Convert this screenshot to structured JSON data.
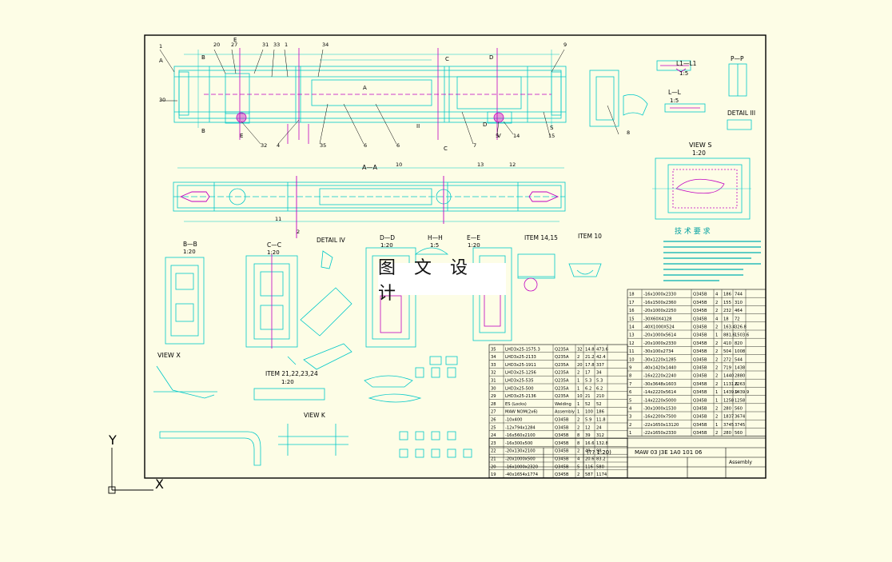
{
  "watermark": "图 文 设 计",
  "ucs": {
    "y_label": "Y",
    "x_label": "X"
  },
  "callouts": [
    "1",
    "20",
    "27",
    "31",
    "33",
    "1",
    "34",
    "9",
    "30",
    "32",
    "4",
    "35",
    "6",
    "6",
    "7",
    "5",
    "14",
    "15",
    "8",
    "10",
    "13",
    "12",
    "11",
    "2"
  ],
  "labels": {
    "sec_a": "A",
    "sec_a2": "A",
    "sec_b": "B",
    "sec_b2": "B",
    "sec_c": "C",
    "sec_c2": "C",
    "sec_d": "D",
    "sec_d2": "D",
    "sec_e": "E",
    "sec_e2": "E",
    "sec_s": "S",
    "sec_ii": "II",
    "sec_v": "V",
    "aa": "A—A",
    "ll1": "L1—L1",
    "scale_15a": "1:5",
    "pp": "P—P",
    "ll": "L—L",
    "scale_15b": "1:5",
    "detail_iii": "DETAIL III",
    "view_s": "VIEW S",
    "scale_120a": "1:20",
    "bb": "B—B",
    "scale_120b": "1:20",
    "cc": "C—C",
    "scale_120c": "1:20",
    "detail_iv": "DETAIL IV",
    "dd": "D—D",
    "scale_120d": "1:20",
    "hh": "H—H",
    "scale_15c": "1:5",
    "ee": "E—E",
    "scale_120e": "1:20",
    "item_1415": "ITEM 14,15",
    "item_10": "ITEM 10",
    "tech_req": "技 术 要 求",
    "view_x": "VIEW X",
    "item_2124": "ITEM 21,22,23,24",
    "scale_120f": "1:20",
    "view_k": "VIEW K",
    "drawing_no": "MAW 03 J3E 1A0 101 06",
    "title_block_label": "(?? 1:20)",
    "assembly": "Assembly"
  },
  "bom_left": [
    [
      "35",
      "LHD3x25-1575.3",
      "Q235A",
      "32",
      "14.8",
      "473.6"
    ],
    [
      "34",
      "LHD3x25-2133",
      "Q235A",
      "2",
      "21.2",
      "42.4"
    ],
    [
      "33",
      "LHD3x25-1911",
      "Q235A",
      "20",
      "17.8",
      "337"
    ],
    [
      "32",
      "LHD3x25-1256",
      "Q235A",
      "2",
      "17",
      "34"
    ],
    [
      "31",
      "LHD3x25-535",
      "Q235A",
      "1",
      "5.3",
      "5.3"
    ],
    [
      "30",
      "LHD3x25-500",
      "Q235A",
      "1",
      "6.2",
      "6.2"
    ],
    [
      "29",
      "LHD3x25-2136",
      "Q235A",
      "10",
      "21",
      "210"
    ],
    [
      "28",
      "ES (Locks)",
      "Welding",
      "1",
      "52",
      "52"
    ],
    [
      "27",
      "MAW NOM(2x6)",
      "Assembly",
      "1",
      "100",
      "186"
    ],
    [
      "26",
      "-10x400",
      "Q345B",
      "2",
      "5.9",
      "11.8"
    ],
    [
      "25",
      "-12x794x1284",
      "Q345B",
      "2",
      "12",
      "24"
    ],
    [
      "24",
      "-16x560x2100",
      "Q345B",
      "8",
      "39",
      "312"
    ],
    [
      "23",
      "-16x300x500",
      "Q345B",
      "8",
      "16.6",
      "132.8"
    ],
    [
      "22",
      "-20x130x2100",
      "Q345B",
      "2",
      "49",
      "98"
    ],
    [
      "21",
      "-20x1000x500",
      "Q345B",
      "4",
      "20.6",
      "83.2"
    ],
    [
      "20",
      "-16x1000x2320",
      "Q345B",
      "5",
      "116",
      "580"
    ],
    [
      "19",
      "-40x1654x1774",
      "Q345B",
      "2",
      "587",
      "1174"
    ]
  ],
  "bom_right": [
    [
      "18",
      "-16x1000x2330",
      "Q345B",
      "4",
      "186",
      "744"
    ],
    [
      "17",
      "-16x1500x2360",
      "Q345B",
      "2",
      "155",
      "310"
    ],
    [
      "16",
      "-20x1000x2250",
      "Q345B",
      "2",
      "232",
      "464"
    ],
    [
      "15",
      "-30X60X4128",
      "Q345B",
      "4",
      "18",
      "72"
    ],
    [
      "14",
      "-40X1000X524",
      "Q345B",
      "2",
      "163.4",
      "326.8"
    ],
    [
      "13",
      "-20x1000x5614",
      "Q345B",
      "1",
      "881.6",
      "1503.6"
    ],
    [
      "12",
      "-20x1000x2330",
      "Q345B",
      "2",
      "410",
      "820"
    ],
    [
      "11",
      "-30x100x2734",
      "Q345B",
      "2",
      "504",
      "1008"
    ],
    [
      "10",
      "-30x1220x1285",
      "Q345B",
      "2",
      "272",
      "544"
    ],
    [
      "9",
      "-40x1420x1440",
      "Q345B",
      "2",
      "719",
      "1438"
    ],
    [
      "8",
      "-16x2220x2240",
      "Q345B",
      "2",
      "1440",
      "2880"
    ],
    [
      "7",
      "-30x3648x1603",
      "Q345B",
      "2",
      "1131.6",
      "2263"
    ],
    [
      "6",
      "-14x2220x5614",
      "Q345B",
      "1",
      "1439.9",
      "1439.9"
    ],
    [
      "5",
      "-14x2220x5000",
      "Q345B",
      "1",
      "1258",
      "1258"
    ],
    [
      "4",
      "-30x1000x1530",
      "Q345B",
      "2",
      "280",
      "560"
    ],
    [
      "3",
      "-16x2200x7500",
      "Q345B",
      "2",
      "1837",
      "3674"
    ],
    [
      "2",
      "-22x1650x13120",
      "Q345B",
      "1",
      "3745",
      "3745"
    ],
    [
      "1",
      "-22x1650x2330",
      "Q345B",
      "2",
      "280",
      "560"
    ]
  ],
  "colors": {
    "bg": "#fdfde6",
    "frame": "#000000",
    "outline": "#00c8c8",
    "hidden": "#c000c0",
    "label": "#000000"
  }
}
